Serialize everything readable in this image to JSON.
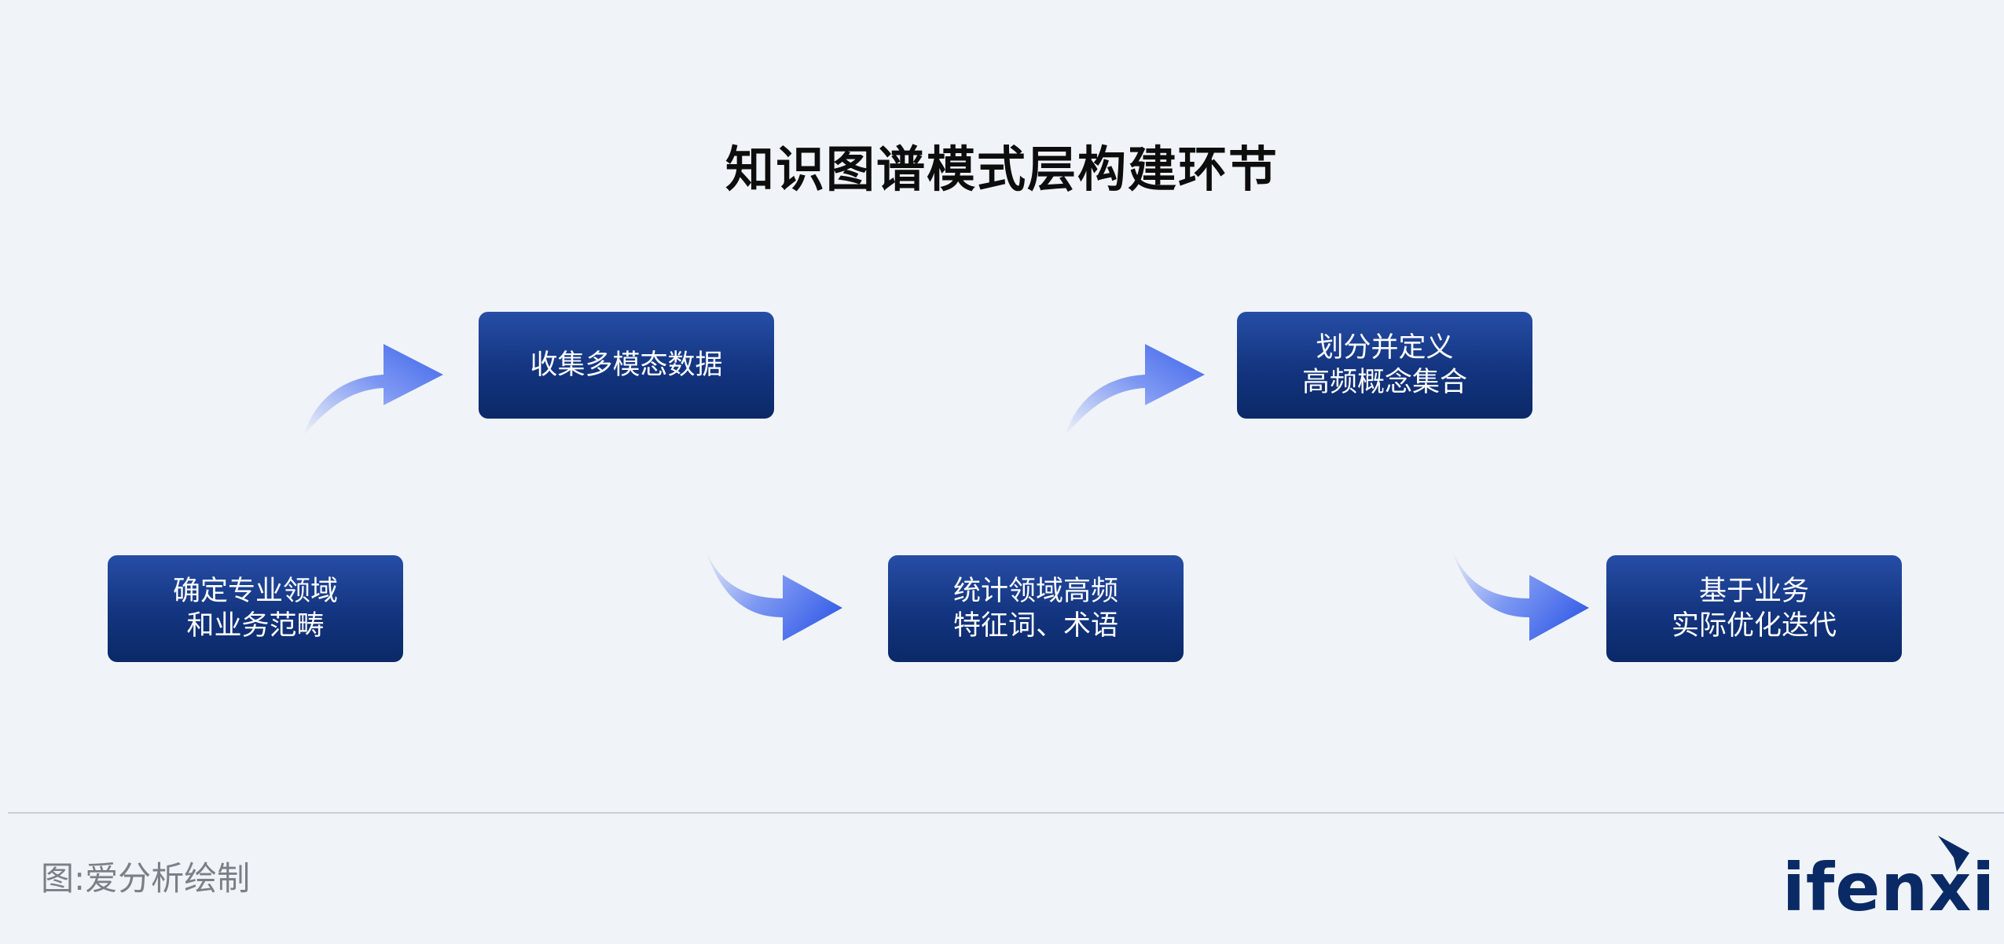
{
  "title": "知识图谱模式层构建环节",
  "steps": [
    {
      "line1": "确定专业领域",
      "line2": "和业务范畴"
    },
    {
      "line1": "收集多模态数据",
      "line2": ""
    },
    {
      "line1": "统计领域高频",
      "line2": "特征词、术语"
    },
    {
      "line1": "划分并定义",
      "line2": "高频概念集合"
    },
    {
      "line1": "基于业务",
      "line2": "实际优化迭代"
    }
  ],
  "footer": {
    "source": "图:爱分析绘制",
    "brand": "ifenxi"
  },
  "colors": {
    "background": "#f0f4f8",
    "box_top": "#264ea6",
    "box_bottom": "#0b2968",
    "arrow": "#3d63e8",
    "brand": "#0a2a66"
  }
}
